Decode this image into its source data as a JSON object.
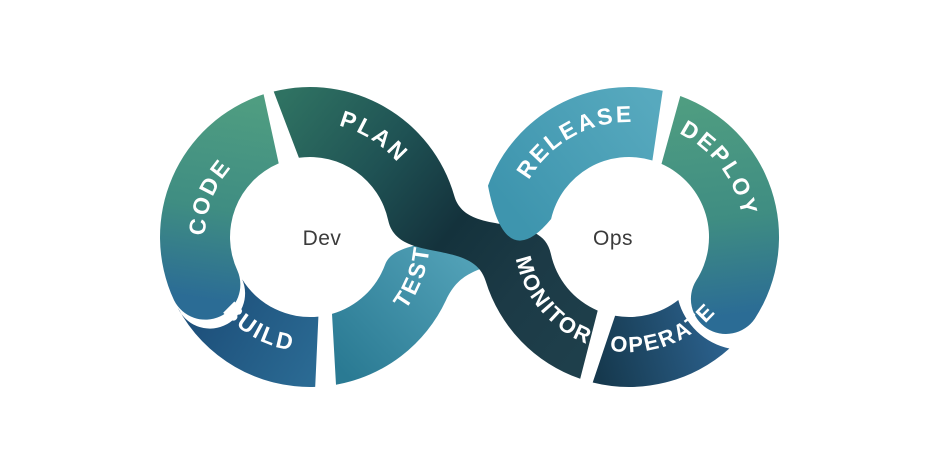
{
  "diagram": {
    "left_loop": {
      "label": "Dev"
    },
    "right_loop": {
      "label": "Ops"
    },
    "stages": [
      {
        "id": "plan",
        "label": "PLAN"
      },
      {
        "id": "code",
        "label": "CODE"
      },
      {
        "id": "build",
        "label": "BUILD"
      },
      {
        "id": "test",
        "label": "TEST"
      },
      {
        "id": "release",
        "label": "RELEASE"
      },
      {
        "id": "deploy",
        "label": "DEPLOY"
      },
      {
        "id": "operate",
        "label": "OPERATE"
      },
      {
        "id": "monitor",
        "label": "MONITOR"
      }
    ],
    "colors": {
      "background": "#FFFFFF",
      "green": "#4F9D81",
      "blue": "#1C4D78",
      "teal": "#2A7A93",
      "teal_light": "#57A9BE",
      "dark_teal": "#14323C",
      "navy": "#1E3F4B",
      "label_text": "#FFFFFF",
      "loop_text": "#3B3B3B"
    },
    "gradients": {
      "dev_green": [
        "#4F9D81",
        "#3F8D82",
        "#2B6C95"
      ],
      "ops_green": [
        "#4F9D81",
        "#3F8D82",
        "#2B6C95"
      ],
      "dark_band": [
        "#2F7262",
        "#1F5254",
        "#14323C",
        "#1C3A46",
        "#1E3F4B"
      ],
      "test": [
        "#2A7A93",
        "#5CABC0"
      ],
      "release": [
        "#3E95AE",
        "#57A9BE"
      ],
      "build": [
        "#2B6B94",
        "#1C4D78"
      ],
      "operate": [
        "#2D6492",
        "#16394E"
      ]
    }
  }
}
